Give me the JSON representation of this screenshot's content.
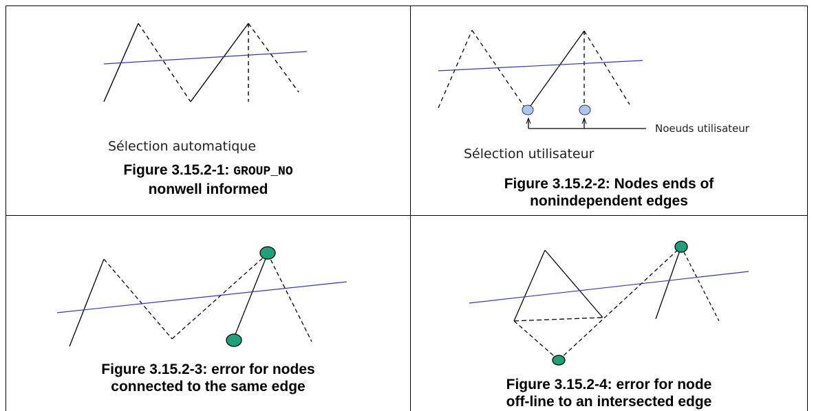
{
  "figures": [
    {
      "inner_label": "Sélection automatique",
      "caption_prefix": "Figure 3.15.2-1: ",
      "caption_code": "GROUP_NO",
      "caption_rest": "nonwell informed"
    },
    {
      "inner_label": "Sélection utilisateur",
      "inner_annotation": "Noeuds utilisateur",
      "caption_line1": "Figure 3.15.2-2: Nodes ends of",
      "caption_line2": "nonindependent edges"
    },
    {
      "caption_line1": "Figure 3.15.2-3: error for nodes",
      "caption_line2": "connected to the same edge"
    },
    {
      "caption_line1": "Figure 3.15.2-4: error for node",
      "caption_line2": "off-line to an intersected edge"
    }
  ],
  "colors": {
    "border": "#000000",
    "blue_line": "#3333cc",
    "node_light_blue": "#a8c8f0",
    "node_green": "#1aa37a"
  }
}
